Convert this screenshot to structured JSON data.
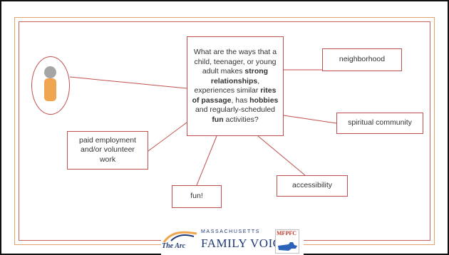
{
  "center": {
    "segments": [
      {
        "text": "What are the ways that a child, teenager, or young adult makes ",
        "bold": false
      },
      {
        "text": "strong relationships",
        "bold": true
      },
      {
        "text": ", experiences similar ",
        "bold": false
      },
      {
        "text": "rites of passage",
        "bold": true
      },
      {
        "text": ", has ",
        "bold": false
      },
      {
        "text": "hobbies",
        "bold": true
      },
      {
        "text": " and regularly-scheduled ",
        "bold": false
      },
      {
        "text": "fun",
        "bold": true
      },
      {
        "text": " activities?",
        "bold": false
      }
    ]
  },
  "boxes": {
    "neighborhood": "neighborhood",
    "spiritual": "spiritual community",
    "accessibility": "accessibility",
    "fun": "fun!",
    "employment": "paid employment\nand/or volunteer\nwork"
  },
  "logos": {
    "arc": "The Arc",
    "mfv_top": "MASSACHUSETTS",
    "mfv_bottom": "FAMILY VOICES",
    "mfpfc": "MFPFC"
  },
  "colors": {
    "line": "#c0504d",
    "outer_border": "#e0a46a",
    "person_head": "#a5a5a5",
    "person_body": "#f0a650",
    "logo_blue": "#1f3a73"
  }
}
